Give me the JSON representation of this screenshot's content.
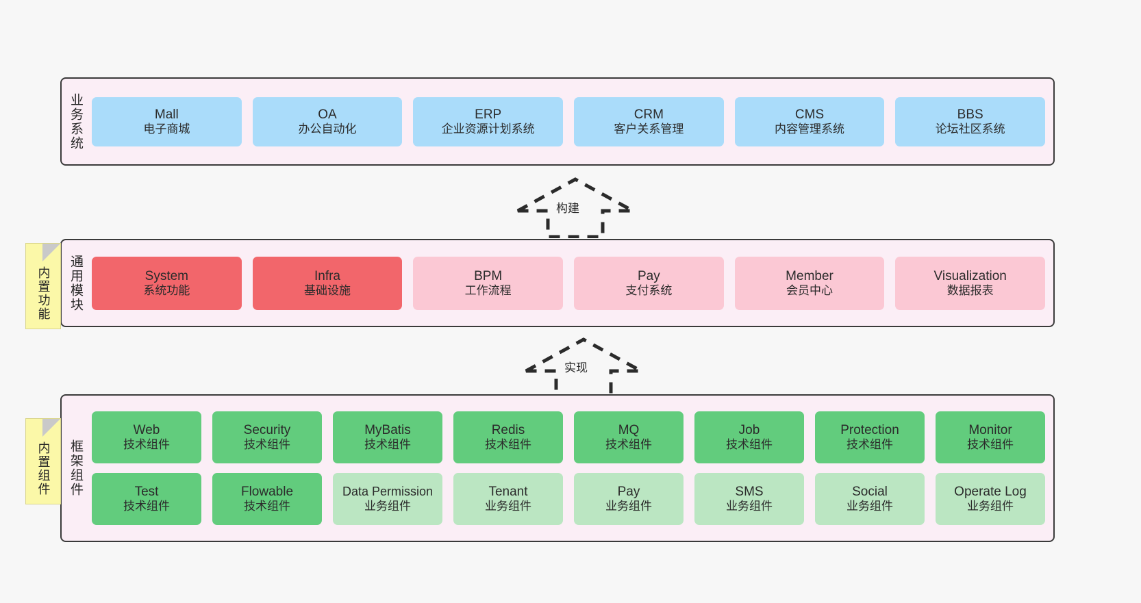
{
  "layers": [
    {
      "id": "business-system",
      "title": "业务系统",
      "rows": [
        {
          "cards": [
            {
              "title": "Mall",
              "subtitle": "电子商城",
              "style": "c-blue"
            },
            {
              "title": "OA",
              "subtitle": "办公自动化",
              "style": "c-blue"
            },
            {
              "title": "ERP",
              "subtitle": "企业资源计划系统",
              "style": "c-blue"
            },
            {
              "title": "CRM",
              "subtitle": "客户关系管理",
              "style": "c-blue"
            },
            {
              "title": "CMS",
              "subtitle": "内容管理系统",
              "style": "c-blue"
            },
            {
              "title": "BBS",
              "subtitle": "论坛社区系统",
              "style": "c-blue"
            }
          ]
        }
      ]
    },
    {
      "id": "common-module",
      "title": "通用模块",
      "rows": [
        {
          "cards": [
            {
              "title": "System",
              "subtitle": "系统功能",
              "style": "c-red"
            },
            {
              "title": "Infra",
              "subtitle": "基础设施",
              "style": "c-red"
            },
            {
              "title": "BPM",
              "subtitle": "工作流程",
              "style": "c-pink"
            },
            {
              "title": "Pay",
              "subtitle": "支付系统",
              "style": "c-pink"
            },
            {
              "title": "Member",
              "subtitle": "会员中心",
              "style": "c-pink"
            },
            {
              "title": "Visualization",
              "subtitle": "数据报表",
              "style": "c-pink"
            }
          ]
        }
      ]
    },
    {
      "id": "framework-component",
      "title": "框架组件",
      "rows": [
        {
          "cards": [
            {
              "title": "Web",
              "subtitle": "技术组件",
              "style": "c-green"
            },
            {
              "title": "Security",
              "subtitle": "技术组件",
              "style": "c-green"
            },
            {
              "title": "MyBatis",
              "subtitle": "技术组件",
              "style": "c-green"
            },
            {
              "title": "Redis",
              "subtitle": "技术组件",
              "style": "c-green"
            },
            {
              "title": "MQ",
              "subtitle": "技术组件",
              "style": "c-green"
            },
            {
              "title": "Job",
              "subtitle": "技术组件",
              "style": "c-green"
            },
            {
              "title": "Protection",
              "subtitle": "技术组件",
              "style": "c-green"
            },
            {
              "title": "Monitor",
              "subtitle": "技术组件",
              "style": "c-green"
            }
          ]
        },
        {
          "cards": [
            {
              "title": "Test",
              "subtitle": "技术组件",
              "style": "c-green"
            },
            {
              "title": "Flowable",
              "subtitle": "技术组件",
              "style": "c-green"
            },
            {
              "title": "Data Permission",
              "subtitle": "业务组件",
              "style": "c-greenlite"
            },
            {
              "title": "Tenant",
              "subtitle": "业务组件",
              "style": "c-greenlite"
            },
            {
              "title": "Pay",
              "subtitle": "业务组件",
              "style": "c-greenlite"
            },
            {
              "title": "SMS",
              "subtitle": "业务组件",
              "style": "c-greenlite"
            },
            {
              "title": "Social",
              "subtitle": "业务组件",
              "style": "c-greenlite"
            },
            {
              "title": "Operate Log",
              "subtitle": "业务组件",
              "style": "c-greenlite"
            }
          ]
        }
      ]
    }
  ],
  "arrows": [
    {
      "id": "build",
      "label": "构建"
    },
    {
      "id": "implement",
      "label": "实现"
    }
  ],
  "notes": [
    {
      "id": "builtin-features",
      "label": "内置功能"
    },
    {
      "id": "builtin-components",
      "label": "内置组件"
    }
  ],
  "colors": {
    "background": "#f7f7f7",
    "layer_fill": "#fbeef6",
    "layer_border": "#3a3a3a",
    "business_card": "#aadcfa",
    "common_card_primary": "#f2666b",
    "common_card_secondary": "#fbc8d4",
    "framework_card_tech": "#62cc7d",
    "framework_card_business": "#bbe6c2",
    "note_fill": "#fbf8a8",
    "arrow_stroke": "#2b2b2b"
  }
}
